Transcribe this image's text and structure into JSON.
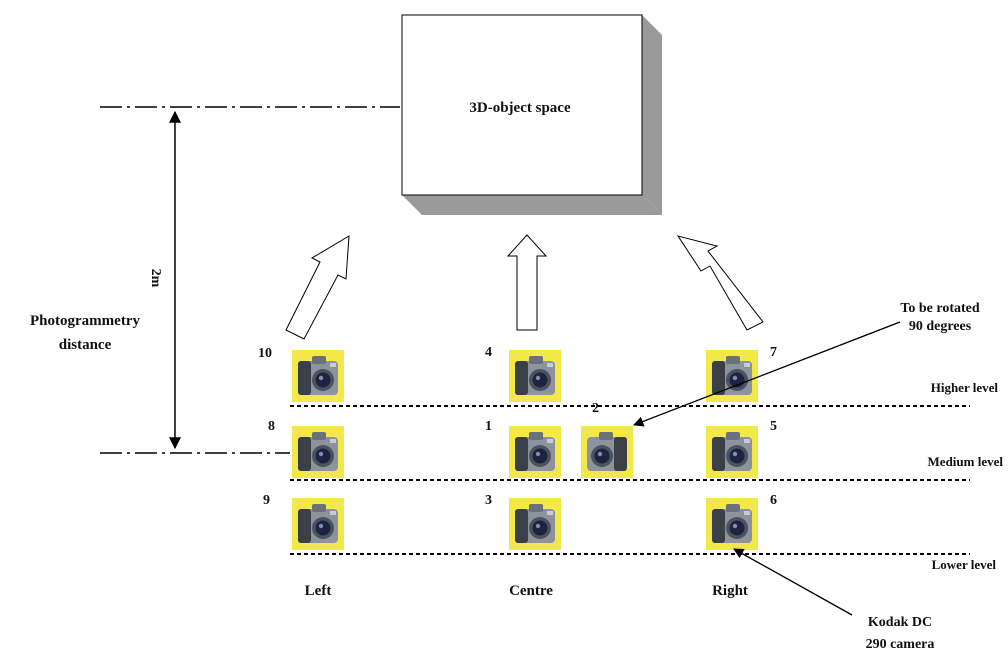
{
  "object_space": {
    "label": "3D-object space"
  },
  "distance": {
    "value_label": "2m",
    "title_line1": "Photogrammetry",
    "title_line2": "distance"
  },
  "levels": {
    "higher": "Higher  level",
    "medium": "Medium level",
    "lower": "Lower  level"
  },
  "columns": {
    "left": "Left",
    "centre": "Centre",
    "right": "Right"
  },
  "positions": [
    "1",
    "2",
    "3",
    "4",
    "5",
    "6",
    "7",
    "8",
    "9",
    "10"
  ],
  "annotations": {
    "rotate_line1": "To be rotated",
    "rotate_line2": "90 degrees",
    "camera_line1": "Kodak DC",
    "camera_line2": "290 camera"
  },
  "colors": {
    "camera_bg": "#f2e84a",
    "camera_body": "#555b66",
    "lens": "#1c2440"
  }
}
